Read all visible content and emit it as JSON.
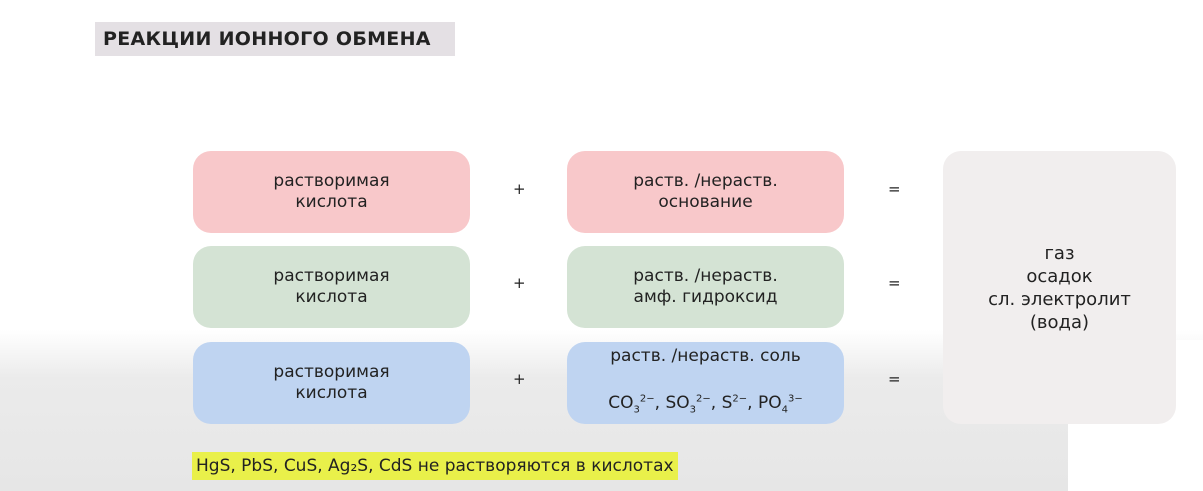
{
  "title": "РЕАКЦИИ ИОННОГО ОБМЕНА",
  "rows": [
    {
      "left": "растворимая\nкислота",
      "plus": "+",
      "right": "раств. /нераств.\nоснование",
      "eq": "="
    },
    {
      "left": "растворимая\nкислота",
      "plus": "+",
      "right": "раств. /нераств.\nамф. гидроксид",
      "eq": "="
    },
    {
      "left": "растворимая\nкислота",
      "plus": "+",
      "right": "раств. /нераств. соль",
      "ions": [
        {
          "base": "CO",
          "sub": "3",
          "sup": "2−"
        },
        {
          "base": "SO",
          "sub": "3",
          "sup": "2−"
        },
        {
          "base": "S",
          "sub": "",
          "sup": "2−"
        },
        {
          "base": "PO",
          "sub": "4",
          "sup": "3−"
        }
      ],
      "eq": "="
    }
  ],
  "result": "газ\nосадок\nсл. электролит\n(вода)",
  "note": "HgS, PbS, CuS, Ag₂S, CdS не растворяются в кислотах",
  "colors": {
    "pink": "#f8c8ca",
    "green": "#d4e3d4",
    "blue": "#bfd4f1",
    "highlight": "#e9f04a"
  }
}
